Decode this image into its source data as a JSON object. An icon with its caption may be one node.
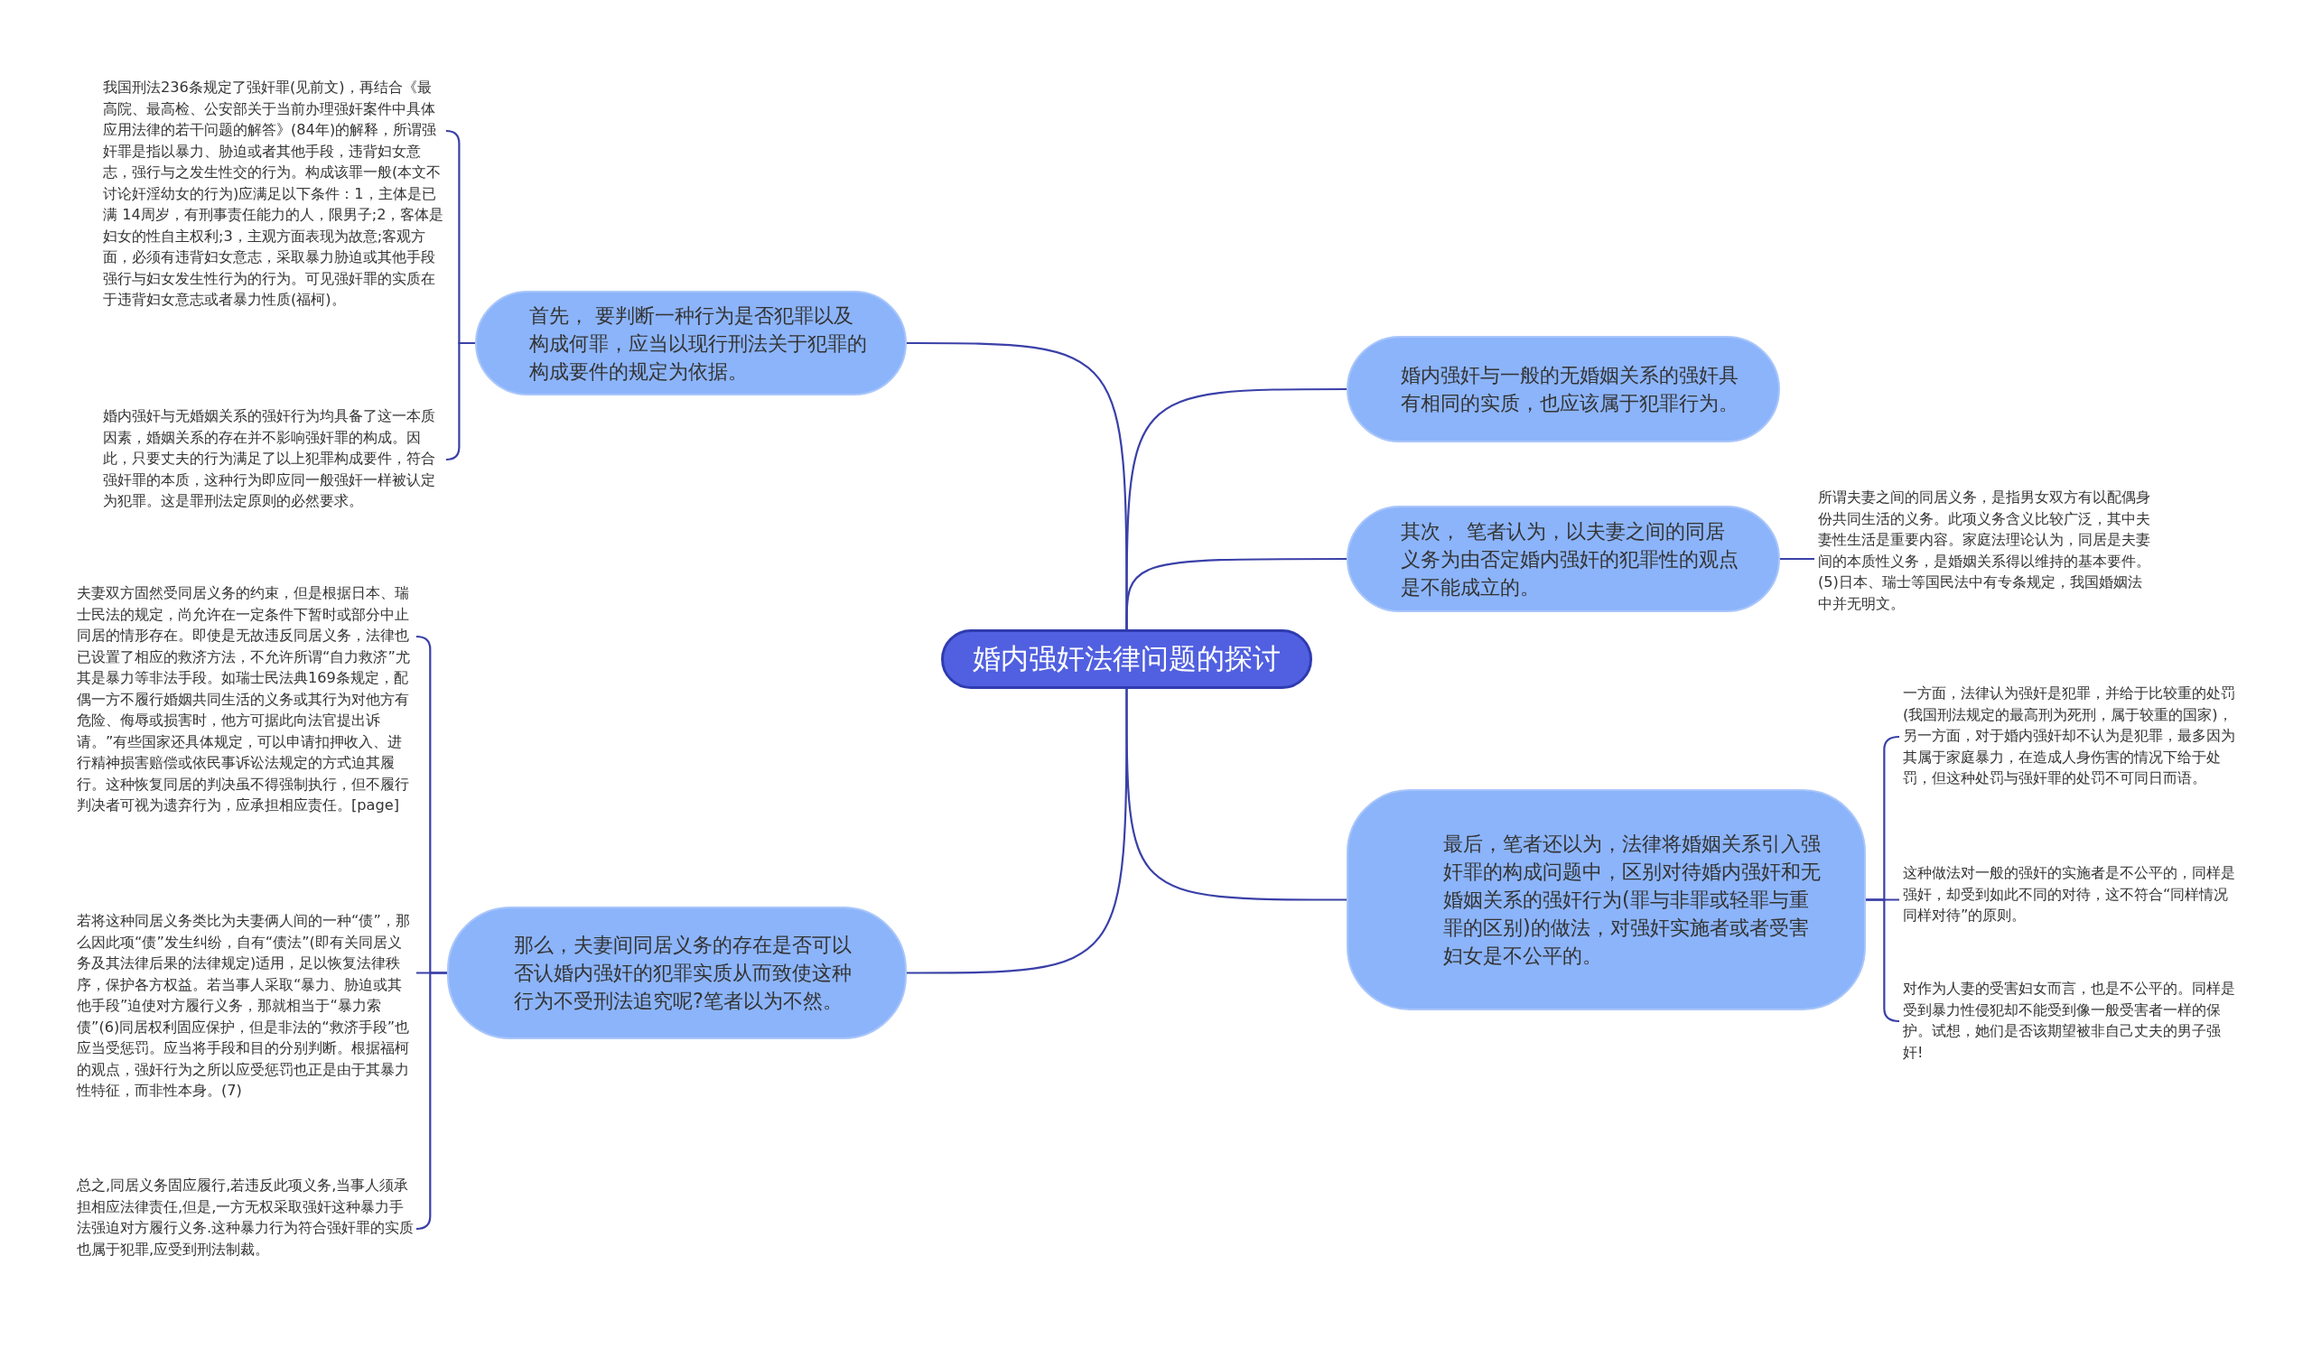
{
  "diagram": {
    "nodes": [
      {
        "text": [
          "婚内强奸法律问题的探讨"
        ]
      },
      {
        "text": [
          "首先， 要判断一种行为是否犯罪以及构成何罪，应当以现行刑法关于犯罪的构成要件的规定为依据。"
        ]
      },
      {
        "text": [
          "我国刑法236条规定了强奸罪(见前文)，再结合《最高院、最高检、公安部关于当前办理强奸案件中具体应用法律的若干问题的解答》(84年)的解释，所谓强奸罪是指以暴力、胁迫或者其他手段，违背妇女意志，强行与之发生性交的行为。构成该罪一般(本文不讨论奸淫幼女的行为)应满足以下条件：1，主体是已满 14周岁，有刑事责任能力的人，限男子;2，客体是妇女的性自主权利;3，主观方面表现为故意;客观方面，必须有违背妇女意志，采取暴力胁迫或其他手段强行与妇女发生性行为的行为。可见强奸罪的实质在于违背妇女意志或者暴力性质(福柯)。"
        ]
      },
      {
        "text": [
          "婚内强奸与无婚姻关系的强奸行为均具备了这一本质因素，婚姻关系的存在并不影响强奸罪的构成。因此，只要丈夫的行为满足了以上犯罪构成要件，符合强奸罪的本质，这种行为即应同一般强奸一样被认定为犯罪。这是罪刑法定原则的必然要求。"
        ]
      },
      {
        "text": [
          "那么，夫妻间同居义务的存在是否可以否认婚内强奸的犯罪实质从而致使这种行为不受刑法追究呢?笔者以为不然。"
        ]
      },
      {
        "text": [
          "夫妻双方固然受同居义务的约束，但是根据日本、瑞士民法的规定，尚允许在一定条件下暂时或部分中止同居的情形存在。即使是无故违反同居义务，法律也已设置了相应的救济方法，不允许所谓“自力救济”尤其是暴力等非法手段。如瑞士民法典169条规定，配偶一方不履行婚姻共同生活的义务或其行为对他方有危险、侮辱或损害时，他方可据此向法官提出诉请。”有些国家还具体规定，可以申请扣押收入、进行精神损害赔偿或依民事诉讼法规定的方式迫其履行。这种恢复同居的判决虽不得强制执行，但不履行判决者可视为遗弃行为，应承担相应责任。[page]"
        ]
      },
      {
        "text": [
          "若将这种同居义务类比为夫妻俩人间的一种“债”，那么因此项“债”发生纠纷，自有“债法”(即有关同居义务及其法律后果的法律规定)适用，足以恢复法律秩序，保护各方权益。若当事人采取“暴力、胁迫或其他手段”迫使对方履行义务，那就相当于“暴力索债”(6)同居权利固应保护，但是非法的“救济手段”也应当受惩罚。应当将手段和目的分别判断。根据福柯的观点，强奸行为之所以应受惩罚也正是由于其暴力性特征，而非性本身。(7)"
        ]
      },
      {
        "text": [
          "总之,同居义务固应履行,若违反此项义务,当事人须承担相应法律责任,但是,一方无权采取强奸这种暴力手法强迫对方履行义务.这种暴力行为符合强奸罪的实质也属于犯罪,应受到刑法制裁。"
        ]
      },
      {
        "text": [
          "婚内强奸与一般的无婚姻关系的强奸具有相同的实质，也应该属于犯罪行为。"
        ]
      },
      {
        "text": [
          "其次， 笔者认为，以夫妻之间的同居义务为由否定婚内强奸的犯罪性的观点是不能成立的。"
        ]
      },
      {
        "text": [
          "所谓夫妻之间的同居义务，是指男女双方有以配偶身份共同生活的义务。此项义务含义比较广泛，其中夫妻性生活是重要内容。家庭法理论认为，同居是夫妻间的本质性义务，是婚姻关系得以维持的基本要件。(5)日本、瑞士等国民法中有专条规定，我国婚姻法中并无明文。"
        ]
      },
      {
        "text": [
          "最后，笔者还以为，法律将婚姻关系引入强奸罪的构成问题中，区别对待婚内强奸和无婚姻关系的强奸行为(罪与非罪或轻罪与重罪的区别)的做法，对强奸实施者或者受害妇女是不公平的。"
        ]
      },
      {
        "text": [
          "一方面，法律认为强奸是犯罪，并给于比较重的处罚(我国刑法规定的最高刑为死刑，属于较重的国家)，另一方面，对于婚内强奸却不认为是犯罪，最多因为其属于家庭暴力，在造成人身伤害的情况下给于处罚，但这种处罚与强奸罪的处罚不可同日而语。"
        ]
      },
      {
        "text": [
          "这种做法对一般的强奸的实施者是不公平的，同样是强奸，却受到如此不同的对待，这不符合“同样情况同样对待”的原则。"
        ]
      },
      {
        "text": [
          "对作为人妻的受害妇女而言，也是不公平的。同样是受到暴力性侵犯却不能受到像一般受害者一样的保护。试想，她们是否该期望被非自己丈夫的男子强奸!"
        ]
      }
    ],
    "edges": [
      {
        "from": 0,
        "to": 1,
        "arrow": "none"
      },
      {
        "from": 1,
        "to": 2,
        "arrow": "none"
      },
      {
        "from": 1,
        "to": 3,
        "arrow": "none"
      },
      {
        "from": 0,
        "to": 4,
        "arrow": "none"
      },
      {
        "from": 4,
        "to": 5,
        "arrow": "none"
      },
      {
        "from": 4,
        "to": 6,
        "arrow": "none"
      },
      {
        "from": 4,
        "to": 7,
        "arrow": "none"
      },
      {
        "from": 0,
        "to": 8,
        "arrow": "none"
      },
      {
        "from": 0,
        "to": 9,
        "arrow": "none"
      },
      {
        "from": 9,
        "to": 10,
        "arrow": "none"
      },
      {
        "from": 0,
        "to": 11,
        "arrow": "none"
      },
      {
        "from": 11,
        "to": 12,
        "arrow": "none"
      },
      {
        "from": 11,
        "to": 13,
        "arrow": "none"
      },
      {
        "from": 11,
        "to": 14,
        "arrow": "none"
      }
    ]
  }
}
